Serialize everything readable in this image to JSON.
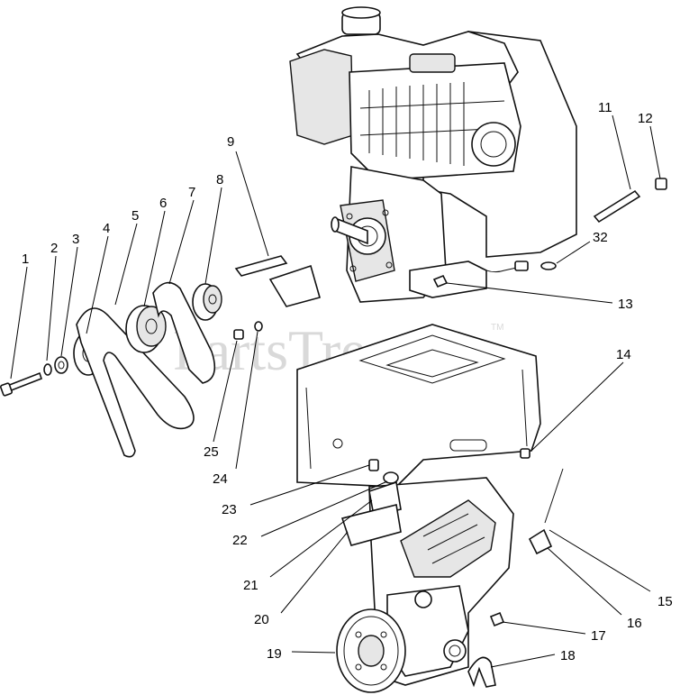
{
  "watermark": {
    "text": "PartsTree",
    "trademark": "TM"
  },
  "callouts": [
    {
      "id": "c1",
      "label": "1"
    },
    {
      "id": "c2",
      "label": "2"
    },
    {
      "id": "c3",
      "label": "3"
    },
    {
      "id": "c4",
      "label": "4"
    },
    {
      "id": "c5",
      "label": "5"
    },
    {
      "id": "c6",
      "label": "6"
    },
    {
      "id": "c7",
      "label": "7"
    },
    {
      "id": "c8",
      "label": "8"
    },
    {
      "id": "c9",
      "label": "9"
    },
    {
      "id": "c11",
      "label": "11"
    },
    {
      "id": "c12",
      "label": "12"
    },
    {
      "id": "c32",
      "label": "32"
    },
    {
      "id": "c13",
      "label": "13"
    },
    {
      "id": "c14",
      "label": "14"
    },
    {
      "id": "c25",
      "label": "25"
    },
    {
      "id": "c24",
      "label": "24"
    },
    {
      "id": "c23",
      "label": "23"
    },
    {
      "id": "c22",
      "label": "22"
    },
    {
      "id": "c21",
      "label": "21"
    },
    {
      "id": "c20",
      "label": "20"
    },
    {
      "id": "c15",
      "label": "15"
    },
    {
      "id": "c16",
      "label": "16"
    },
    {
      "id": "c17",
      "label": "17"
    },
    {
      "id": "c18",
      "label": "18"
    },
    {
      "id": "c19",
      "label": "19"
    }
  ]
}
